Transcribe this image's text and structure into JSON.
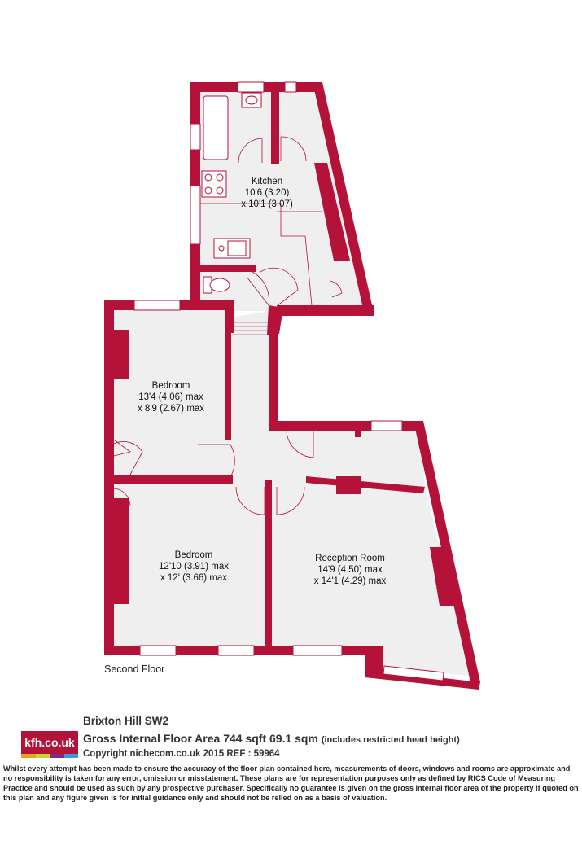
{
  "rooms": {
    "kitchen": {
      "name": "Kitchen",
      "dim1": "10'6 (3.20)",
      "dim2": "x 10'1 (3.07)"
    },
    "bedroom1": {
      "name": "Bedroom",
      "dim1": "13'4 (4.06) max",
      "dim2": "x 8'9 (2.67) max"
    },
    "bedroom2": {
      "name": "Bedroom",
      "dim1": "12'10 (3.91) max",
      "dim2": "x 12' (3.66) max"
    },
    "reception": {
      "name": "Reception Room",
      "dim1": "14'9 (4.50) max",
      "dim2": "x 14'1 (4.29) max"
    }
  },
  "floor_label": "Second Floor",
  "footer": {
    "logo_text": "kfh.co.uk",
    "logo_colors": [
      "#e8a51c",
      "#c8d62a",
      "#7b2a8c",
      "#3a9bd5"
    ],
    "address": "Brixton Hill  SW2",
    "area": "Gross Internal Floor Area 744 sqft 69.1 sqm",
    "area_note": "(includes restricted head height)",
    "copyright": "Copyright nichecom.co.uk 2015 REF : 59964",
    "disclaimer": "Whilst every attempt has been made to ensure the accuracy of the floor plan contained here, measurements of doors, windows and rooms are approximate and no responsibility is taken for any error, omission or misstatement.  These plans are for representation purposes only as defined by RICS Code of Measuring Practice and should be used as such by any prospective purchaser.  Specifically no guarantee is given on the gross internal floor area of the property if quoted on this plan and any figure given is for initial guidance only and should not be relied on as a basis of valuation."
  },
  "colors": {
    "wall": "#b5123a",
    "floor": "#efefef",
    "fixture": "#ffffff"
  }
}
